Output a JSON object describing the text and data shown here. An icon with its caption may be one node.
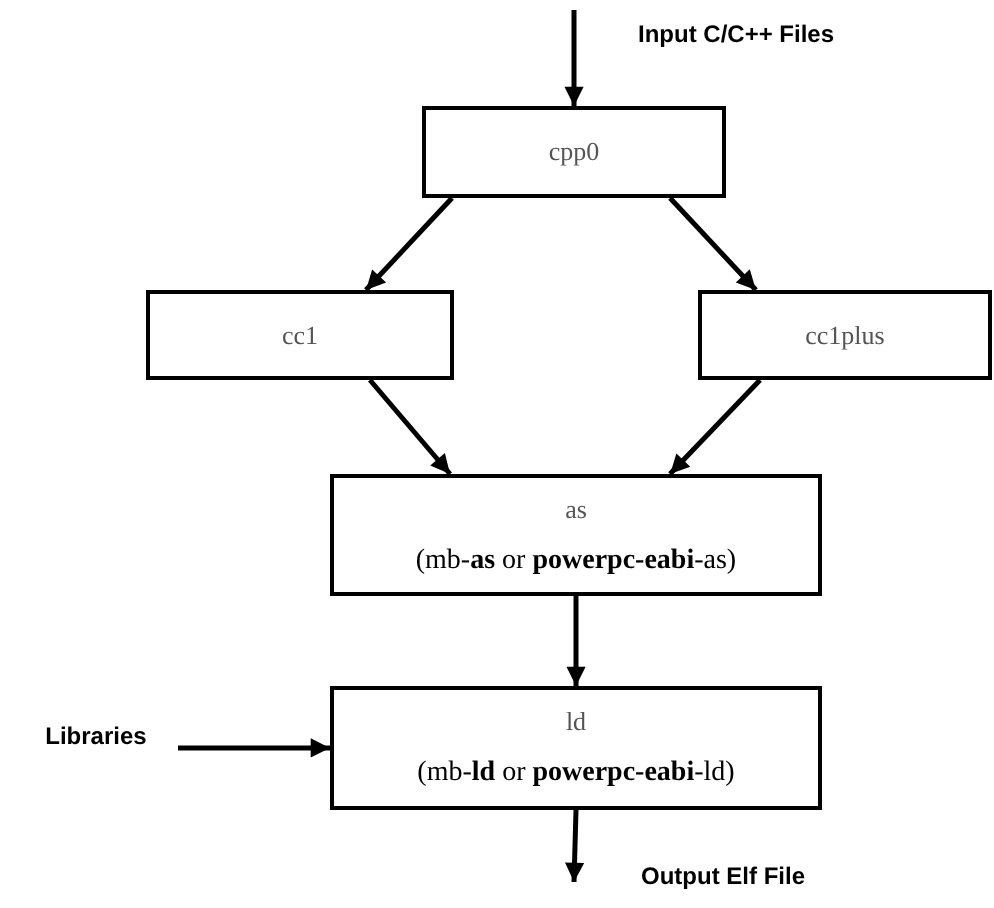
{
  "diagram": {
    "nodes": [
      {
        "text": [
          "cpp0"
        ]
      },
      {
        "text": [
          "cc1"
        ]
      },
      {
        "text": [
          "cc1plus"
        ]
      },
      {
        "text": [
          "as",
          "(mb-**as** or **powerpc-eabi**-as)"
        ]
      },
      {
        "text": [
          "Libraries"
        ]
      },
      {
        "text": [
          "ld",
          "(mb-**ld** or **powerpc-eabi**-ld)"
        ]
      },
      {
        "text": [
          "Output Elf File"
        ]
      }
    ],
    "edges": [
      {
        "from": null,
        "to": 0,
        "arrow": "to"
      },
      {
        "from": 0,
        "to": 1,
        "arrow": "to"
      },
      {
        "from": 0,
        "to": 2,
        "arrow": "to"
      },
      {
        "from": 1,
        "to": 3,
        "arrow": "to"
      },
      {
        "from": 2,
        "to": 3,
        "arrow": "to"
      },
      {
        "from": 3,
        "to": 5,
        "arrow": "to"
      },
      {
        "from": 4,
        "to": 5,
        "arrow": "to"
      },
      {
        "from": 5,
        "to": 6,
        "arrow": "to"
      }
    ],
    "labels": [
      "Input C/C++ Files"
    ]
  }
}
